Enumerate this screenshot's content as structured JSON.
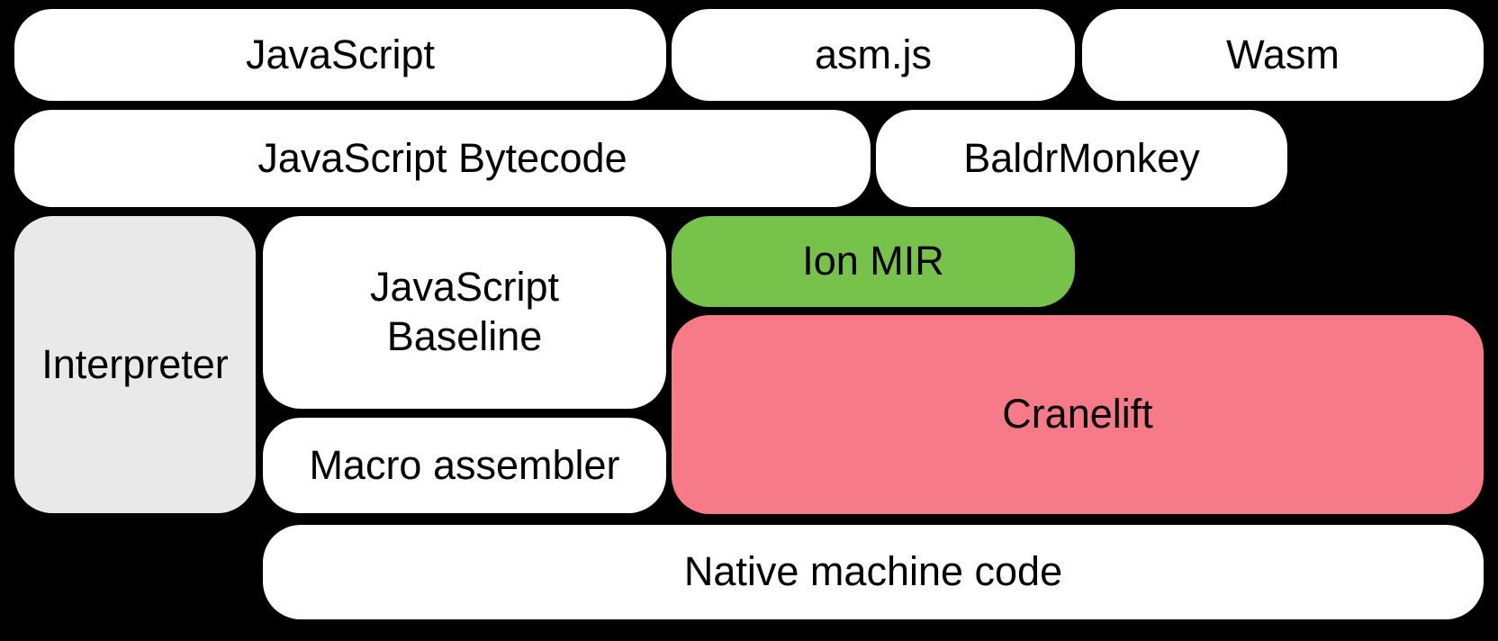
{
  "diagram": {
    "title": "SpiderMonkey compilation pipeline diagram",
    "background_color": "#000000",
    "text_color": "#000000",
    "colors": {
      "white": "#ffffff",
      "gray": "#e9e9e9",
      "green": "#77c24b",
      "pink": "#f67a88"
    },
    "boxes": {
      "javascript": {
        "label": "JavaScript"
      },
      "asmjs": {
        "label": "asm.js"
      },
      "wasm": {
        "label": "Wasm"
      },
      "javascript_bytecode": {
        "label": "JavaScript Bytecode"
      },
      "baldrmonkey": {
        "label": "BaldrMonkey"
      },
      "interpreter": {
        "label": "Interpreter"
      },
      "javascript_baseline": {
        "label": "JavaScript\nBaseline"
      },
      "macro_assembler": {
        "label": "Macro assembler"
      },
      "ion_mir": {
        "label": "Ion MIR"
      },
      "cranelift": {
        "label": "Cranelift"
      },
      "native_machine_code": {
        "label": "Native machine code"
      }
    }
  }
}
